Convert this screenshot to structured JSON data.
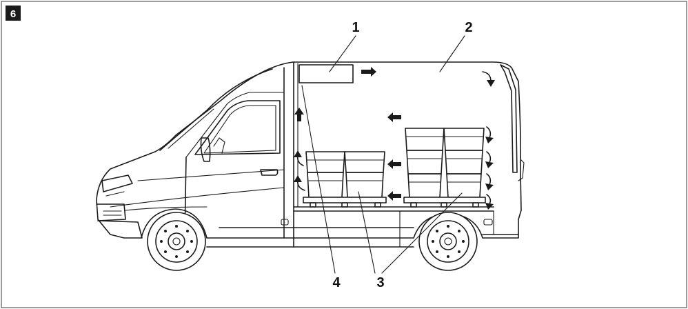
{
  "figure": {
    "badge": "6",
    "callouts": [
      "1",
      "2",
      "3",
      "4",
      "3"
    ],
    "colors": {
      "line": "#1a1a1a",
      "frame": "#7a7a7a",
      "badge_bg": "#1a1a1a"
    }
  }
}
